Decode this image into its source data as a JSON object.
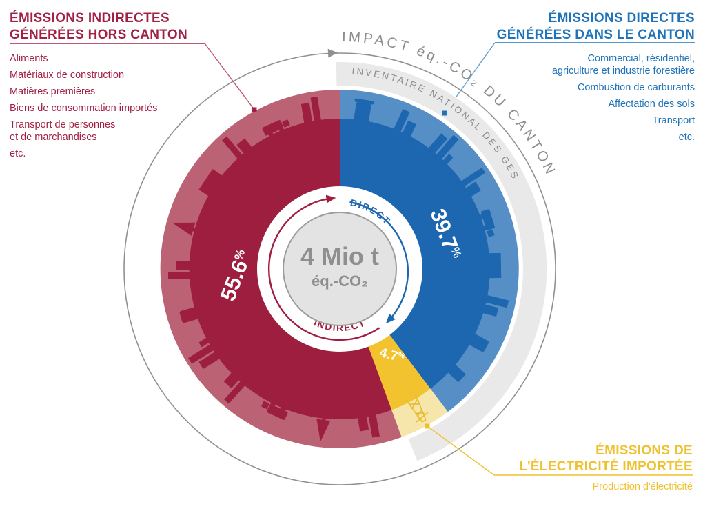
{
  "colors": {
    "red_dark": "#9e1e40",
    "red_light": "#b7607221",
    "red_band": "#bb6375",
    "red_text": "#a32045",
    "blue_dark": "#1c67b0",
    "blue_band": "#568fc6",
    "blue_text": "#1e73ba",
    "yellow_dark": "#f2c32f",
    "yellow_band": "#f6e6ac",
    "yellow_text": "#f0c12f",
    "gray_band": "#e9e9e9",
    "gray_line": "#909090",
    "gray_text": "#8d8d8d",
    "center_fill": "#e3e3e3",
    "center_stroke": "#9c9c9c"
  },
  "outer_arc": {
    "impact_label": "IMPACT éq.-CO₂ DU CANTON",
    "inventory_label": "INVENTAIRE NATIONAL DES GES"
  },
  "center": {
    "value": "4 Mio t",
    "unit": "éq.-CO₂"
  },
  "ring": {
    "direct": "DIRECT",
    "indirect": "INDIRECT"
  },
  "segments": {
    "indirect_pct": "55.6",
    "direct_pct": "39.7",
    "electricity_pct": "4.7",
    "percent": "%"
  },
  "left_panel": {
    "title": "ÉMISSIONS INDIRECTES\nGÉNÉRÉES HORS CANTON",
    "items": [
      "Aliments",
      "Matériaux de construction",
      "Matières premières",
      "Biens de consommation importés",
      "Transport de personnes\net de marchandises",
      "etc."
    ]
  },
  "right_panel": {
    "title": "ÉMISSIONS DIRECTES\nGÉNÉRÉES DANS LE CANTON",
    "items": [
      "Commercial, résidentiel,\nagriculture et industrie forestière",
      "Combustion de carburants",
      "Affectation des sols",
      "Transport",
      "etc."
    ]
  },
  "bottom_panel": {
    "title": "ÉMISSIONS DE\nL'ÉLECTRICITÉ IMPORTÉE",
    "items": [
      "Production d'électricité"
    ]
  },
  "chart_data": {
    "type": "pie",
    "title": "IMPACT éq.-CO₂ DU CANTON",
    "ring_label": "INVENTAIRE NATIONAL DES GES",
    "center_total": "4 Mio t éq.-CO₂",
    "legend_position": "outside-corners",
    "segments": [
      {
        "label": "ÉMISSIONS INDIRECTES GÉNÉRÉES HORS CANTON",
        "flow": "INDIRECT",
        "value_pct": 55.6,
        "color": "#9e1e40",
        "examples": [
          "Aliments",
          "Matériaux de construction",
          "Matières premières",
          "Biens de consommation importés",
          "Transport de personnes et de marchandises",
          "etc."
        ]
      },
      {
        "label": "ÉMISSIONS DIRECTES GÉNÉRÉES DANS LE CANTON",
        "flow": "DIRECT",
        "value_pct": 39.7,
        "color": "#1c67b0",
        "examples": [
          "Commercial, résidentiel, agriculture et industrie forestière",
          "Combustion de carburants",
          "Affectation des sols",
          "Transport",
          "etc."
        ]
      },
      {
        "label": "ÉMISSIONS DE L'ÉLECTRICITÉ IMPORTÉE",
        "flow": "",
        "value_pct": 4.7,
        "color": "#f2c32f",
        "examples": [
          "Production d'électricité"
        ]
      }
    ]
  }
}
